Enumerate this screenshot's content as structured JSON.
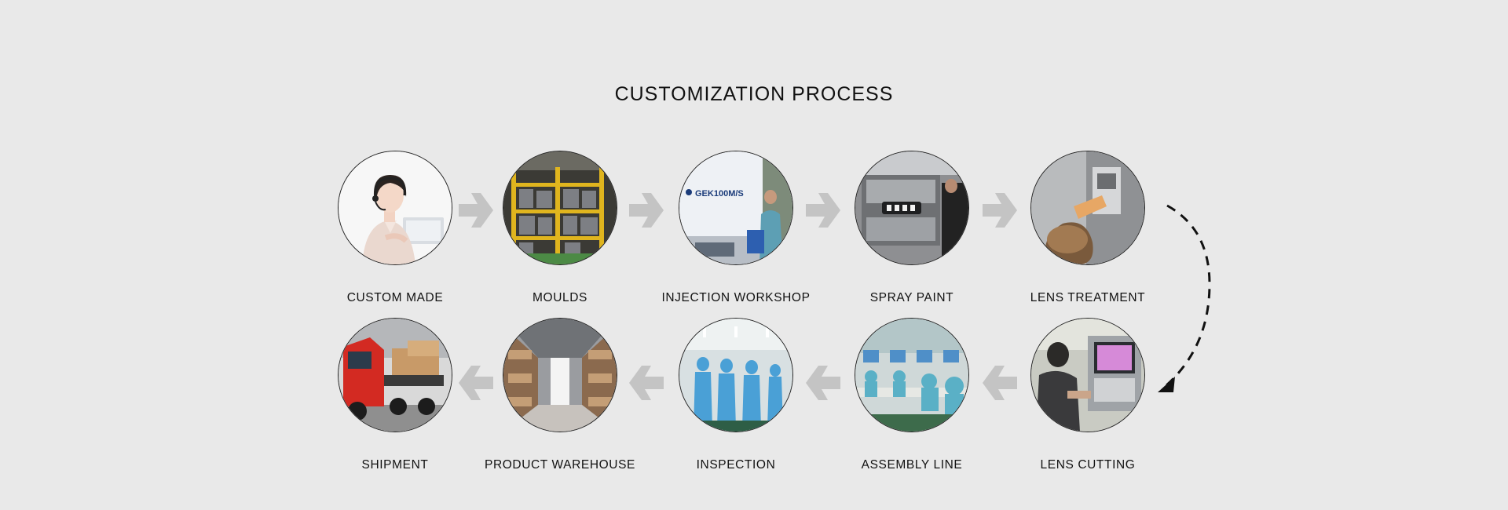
{
  "title": "CUSTOMIZATION PROCESS",
  "steps": [
    {
      "label": "CUSTOM MADE",
      "icon": "customer-service-icon"
    },
    {
      "label": "MOULDS",
      "icon": "mould-shelves-icon"
    },
    {
      "label": "INJECTION WORKSHOP",
      "icon": "injection-machine-icon",
      "machine_text": "GEK100M/S"
    },
    {
      "label": "SPRAY PAINT",
      "icon": "spray-machine-icon"
    },
    {
      "label": "LENS TREATMENT",
      "icon": "lens-treatment-icon"
    },
    {
      "label": "LENS CUTTING",
      "icon": "lens-cutting-icon"
    },
    {
      "label": "ASSEMBLY LINE",
      "icon": "assembly-line-icon"
    },
    {
      "label": "INSPECTION",
      "icon": "inspection-icon"
    },
    {
      "label": "PRODUCT WAREHOUSE",
      "icon": "warehouse-icon"
    },
    {
      "label": "SHIPMENT",
      "icon": "truck-icon"
    }
  ],
  "colors": {
    "background": "#e9e9e9",
    "arrow": "#c4c4c4",
    "text": "#111111",
    "loop_arrow": "#111111"
  }
}
